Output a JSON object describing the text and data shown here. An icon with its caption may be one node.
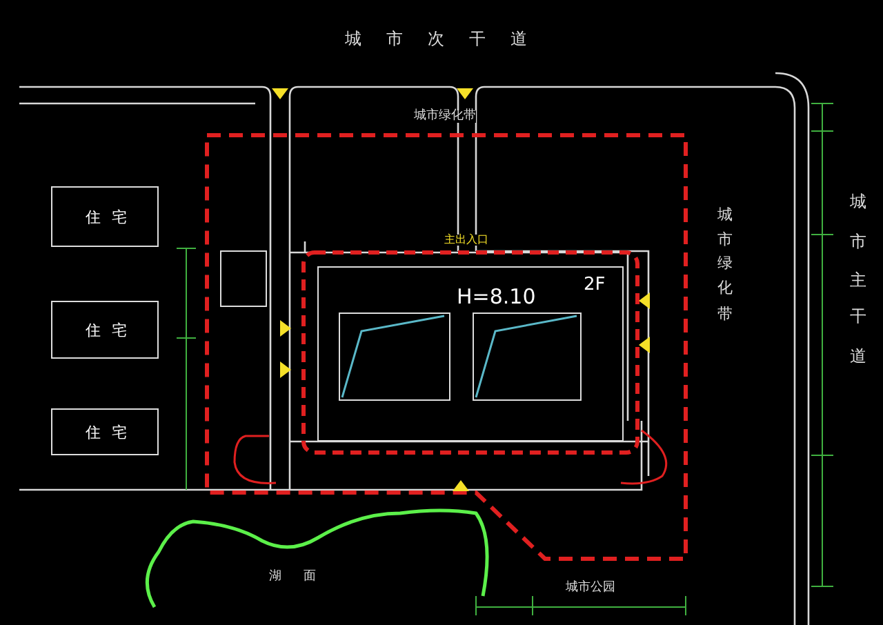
{
  "diagram": {
    "nodes": [
      {
        "text": [
          "住宅"
        ]
      },
      {
        "text": [
          "住宅"
        ]
      },
      {
        "text": [
          "住宅"
        ]
      },
      {
        "text": [
          "H=8.10",
          "2F"
        ]
      }
    ],
    "labels": [
      "城市次干道",
      "城市绿化带",
      "主出入口",
      "城市绿化带",
      "城市主干道",
      "湖面",
      "城市公园"
    ]
  }
}
